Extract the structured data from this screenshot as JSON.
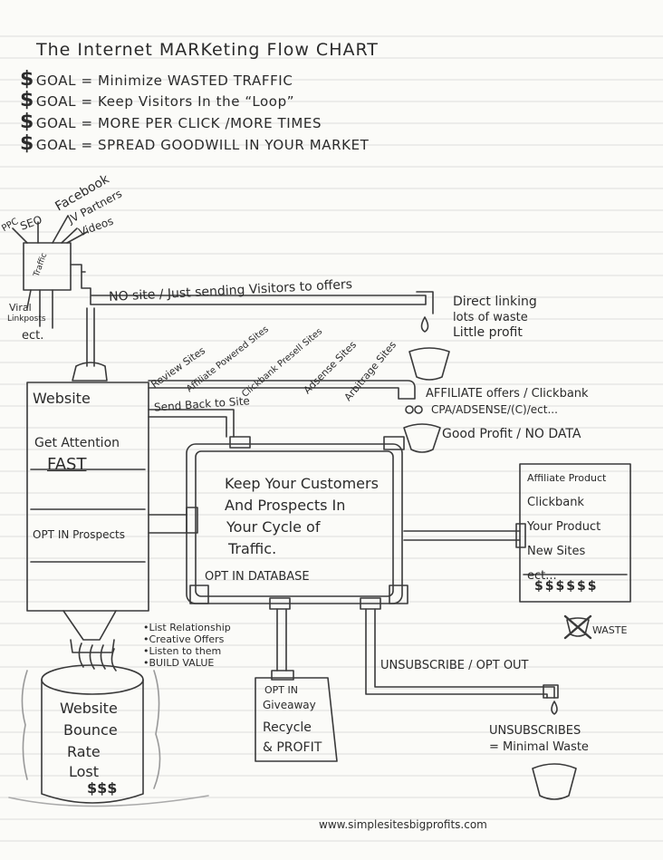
{
  "title": "The Internet MARKeting Flow CHART",
  "goals": [
    {
      "symbol": "$",
      "text": "GOAL = Minimize WASTED TRAFFIC"
    },
    {
      "symbol": "$",
      "text": "GOAL = Keep Visitors In the “Loop”"
    },
    {
      "symbol": "$",
      "text": "GOAL = MORE PER CLICK /MORE TIMES"
    },
    {
      "symbol": "$",
      "text": "GOAL = SPREAD GOODWILL IN YOUR MARKET"
    }
  ],
  "traffic_sources": {
    "ppc": "PPC",
    "seo": "SEO",
    "facebook": "Facebook",
    "jv": "JV Partners",
    "videos": "Videos",
    "box": "Traffic",
    "viral": "Viral",
    "linkposts": "Linkposts",
    "etc": "ect."
  },
  "pipe_labels": {
    "no_site": "NO site / Just sending Visitors to offers",
    "send_back": "Send Back to Site",
    "unsubscribe": "UNSUBSCRIBE / OPT OUT"
  },
  "direct_linking": [
    "Direct linking",
    "lots of waste",
    "Little profit"
  ],
  "site_types": [
    "Review Sites",
    "Affiliate Powered Sites",
    "Clickbank Presell Sites",
    "Adsense Sites",
    "Arbitrage Sites"
  ],
  "affiliate_offers": [
    "AFFILIATE offers / Clickbank",
    "CPA/ADSENSE/(C)/ect..."
  ],
  "good_profit": "Good Profit / NO DATA",
  "website_box": {
    "title": "Website",
    "attention": "Get Attention",
    "fast": "FAST",
    "optin": "OPT IN Prospects"
  },
  "center_box": {
    "lines": [
      "Keep Your Customers",
      "And Prospects In",
      "Your Cycle of",
      "Traffic."
    ],
    "database": "OPT IN DATABASE"
  },
  "product_box": {
    "items": [
      "Affiliate Product",
      "Clickbank",
      "Your Product",
      "New Sites",
      "ect..."
    ],
    "dollars": "$$$$$$"
  },
  "waste_label": "WASTE",
  "relationship_list": [
    "List Relationship",
    "Creative Offers",
    "Listen to them",
    "BUILD VALUE"
  ],
  "giveaway_box": [
    "OPT IN",
    "Giveaway",
    "Recycle",
    "& PROFIT"
  ],
  "bucket_text": [
    "Website",
    "Bounce",
    "Rate",
    "Lost",
    "$$$"
  ],
  "unsubscribe_note": [
    "UNSUBSCRIBES",
    "= Minimal Waste"
  ],
  "footer_url": "www.simplesitesbigprofits.com"
}
